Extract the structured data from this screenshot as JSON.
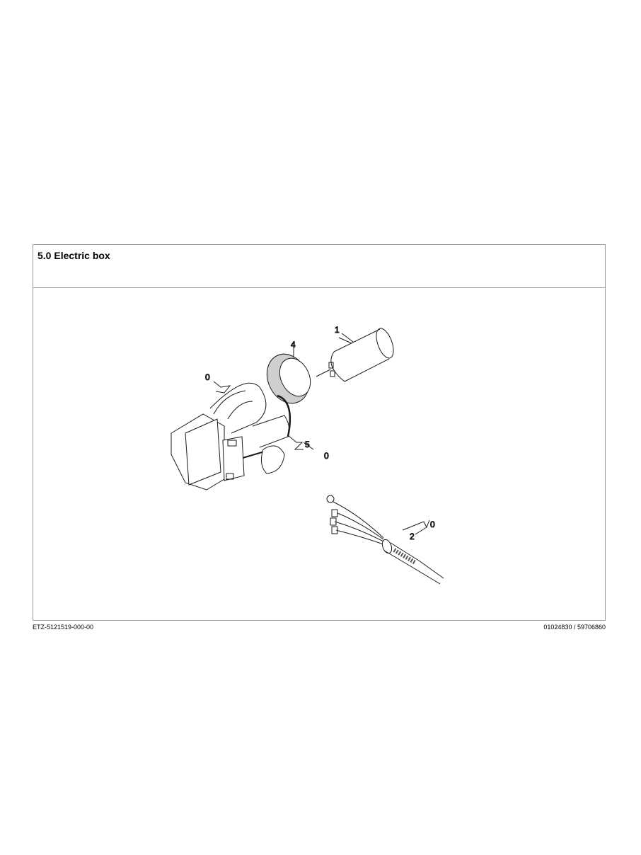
{
  "section": {
    "title": "5.0 Electric box"
  },
  "drawing": {
    "callouts": [
      {
        "id": "1",
        "label": "1"
      },
      {
        "id": "4",
        "label": "4"
      },
      {
        "id": "0a",
        "label": "0"
      },
      {
        "id": "5",
        "label": "5"
      },
      {
        "id": "0b",
        "label": "0"
      },
      {
        "id": "2",
        "label": "2"
      },
      {
        "id": "0c",
        "label": "0"
      }
    ],
    "colors": {
      "line": "#1a1a1a",
      "ring_fill": "#cfcfcf",
      "frame": "#9a9a9a"
    }
  },
  "footer": {
    "doc_id": "ETZ-5121519-000-00",
    "part_numbers": "01024830 / 59706860"
  }
}
